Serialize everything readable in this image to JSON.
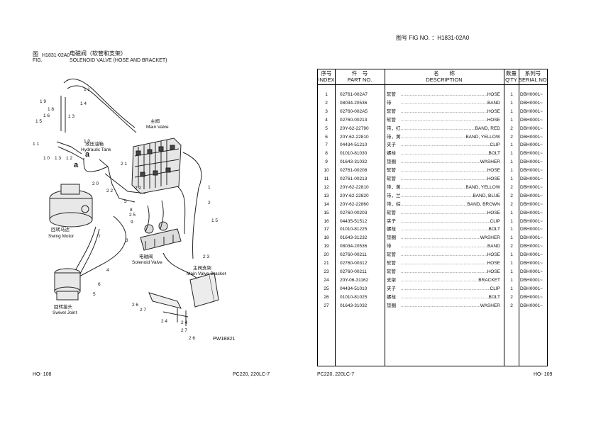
{
  "header": {
    "fig_no_label": "图号 FIG NO. ：H1831-02A0"
  },
  "left_page": {
    "fig_cn_prefix": "图",
    "fig_en_prefix": "FIG.",
    "fig_code": "H1831-02A0",
    "title_cn": "电磁阀（软管和支架）",
    "title_en": "SOLENOID VALVE (HOSE AND BRACKET)",
    "image_code": "PW1B821",
    "footer_left": "HO- 108",
    "footer_right": "PC220, 220LC-7",
    "labels": {
      "main_valve_cn": "主阀",
      "main_valve_en": "Main Valve",
      "hydraulic_tank_cn": "液压油箱",
      "hydraulic_tank_en": "Hydraulic Tank",
      "swing_motor_cn": "回转马达",
      "swing_motor_en": "Swing Motor",
      "solenoid_valve_cn": "电磁阀",
      "solenoid_valve_en": "Solenoid Valve",
      "main_valve_bracket_cn": "主阀支架",
      "main_valve_bracket_en": "Main Valve Bracket",
      "swivel_joint_cn": "回转接头",
      "swivel_joint_en": "Swivel Joint",
      "arrow_a": "a"
    },
    "callouts": [
      "1 1",
      "1 9",
      "1 4",
      "1 8",
      "1 6",
      "1 3",
      "1 5",
      "1 1",
      "1 0",
      "1 3",
      "1 2",
      "1 0",
      "2 1",
      "2 0",
      "2 2",
      "2 2",
      "1",
      "2",
      "1 5",
      "5",
      "8",
      "2 5",
      "9",
      "7",
      "3",
      "4",
      "6",
      "5",
      "2 3",
      "2 6",
      "2 7",
      "2 4",
      "2 4",
      "2 7",
      "2 6"
    ]
  },
  "right_page": {
    "footer_left": "PC220, 220LC-7",
    "footer_right": "HO- 109",
    "table": {
      "headers": {
        "index_cn": "序号",
        "index_en": "INDEX",
        "part_cn": "件　号",
        "part_en": "PART NO.",
        "desc_cn": "名　　称",
        "desc_en": "DESCRIPTION",
        "qty_cn": "数量",
        "qty_en": "Q'TY",
        "serial_cn": "系列号",
        "serial_en": "SERIAL NO."
      },
      "rows": [
        {
          "index": "1",
          "part": "02761-002A7",
          "cn": "软管",
          "desc": "HOSE",
          "qty": "1",
          "serial": "DBH0001~"
        },
        {
          "index": "2",
          "part": "08034-20536",
          "cn": "带",
          "desc": "BAND",
          "qty": "1",
          "serial": "DBH0001~"
        },
        {
          "index": "3",
          "part": "02760-002A5",
          "cn": "软管",
          "desc": "HOSE",
          "qty": "1",
          "serial": "DBH0001~"
        },
        {
          "index": "4",
          "part": "02760-00213",
          "cn": "软管",
          "desc": "HOSE",
          "qty": "1",
          "serial": "DBH0001~"
        },
        {
          "index": "5",
          "part": "20Y-62-22790",
          "cn": "带，红",
          "desc": "BAND, RED",
          "qty": "2",
          "serial": "DBH0001~"
        },
        {
          "index": "6",
          "part": "20Y-62-22810",
          "cn": "带，黄",
          "desc": "BAND, YELLOW",
          "qty": "2",
          "serial": "DBH0001~"
        },
        {
          "index": "7",
          "part": "04434-51210",
          "cn": "夹子",
          "desc": "CLIP",
          "qty": "1",
          "serial": "DBH0001~"
        },
        {
          "index": "8",
          "part": "01010-81030",
          "cn": "螺栓",
          "desc": "BOLT",
          "qty": "1",
          "serial": "DBH0001~"
        },
        {
          "index": "9",
          "part": "01643-31032",
          "cn": "垫圈",
          "desc": "WASHER",
          "qty": "1",
          "serial": "DBH0001~"
        },
        {
          "index": "10",
          "part": "02761-00208",
          "cn": "软管",
          "desc": "HOSE",
          "qty": "1",
          "serial": "DBH0001~"
        },
        {
          "index": "11",
          "part": "02761-00213",
          "cn": "软管",
          "desc": "HOSE",
          "qty": "1",
          "serial": "DBH0001~"
        },
        {
          "index": "12",
          "part": "20Y-62-22810",
          "cn": "带，黄",
          "desc": "BAND, YELLOW",
          "qty": "2",
          "serial": "DBH0001~"
        },
        {
          "index": "13",
          "part": "20Y-62-22820",
          "cn": "带，兰",
          "desc": "BAND, BLUE",
          "qty": "2",
          "serial": "DBH0001~"
        },
        {
          "index": "14",
          "part": "20Y-62-22860",
          "cn": "带，棕",
          "desc": "BAND, BROWN",
          "qty": "2",
          "serial": "DBH0001~"
        },
        {
          "index": "15",
          "part": "02760-00203",
          "cn": "软管",
          "desc": "HOSE",
          "qty": "1",
          "serial": "DBH0001~"
        },
        {
          "index": "16",
          "part": "04435-51512",
          "cn": "夹子",
          "desc": "CLIP",
          "qty": "1",
          "serial": "DBH0001~"
        },
        {
          "index": "17",
          "part": "01010-81225",
          "cn": "螺栓",
          "desc": "BOLT",
          "qty": "1",
          "serial": "DBH0001~"
        },
        {
          "index": "18",
          "part": "01643-31232",
          "cn": "垫圈",
          "desc": "WASHER",
          "qty": "1",
          "serial": "DBH0001~"
        },
        {
          "index": "19",
          "part": "08034-20536",
          "cn": "带",
          "desc": "BAND",
          "qty": "2",
          "serial": "DBH0001~"
        },
        {
          "index": "20",
          "part": "02760-00211",
          "cn": "软管",
          "desc": "HOSE",
          "qty": "1",
          "serial": "DBH0001~"
        },
        {
          "index": "21",
          "part": "02760-00312",
          "cn": "软管",
          "desc": "HOSE",
          "qty": "1",
          "serial": "DBH0001~"
        },
        {
          "index": "23",
          "part": "02760-00211",
          "cn": "软管",
          "desc": "HOSE",
          "qty": "1",
          "serial": "DBH0001~"
        },
        {
          "index": "24",
          "part": "20Y-06-31162",
          "cn": "支架",
          "desc": "BRACKET",
          "qty": "1",
          "serial": "DBH0001~"
        },
        {
          "index": "25",
          "part": "04434-51010",
          "cn": "夹子",
          "desc": "CLIP",
          "qty": "1",
          "serial": "DBH0001~"
        },
        {
          "index": "26",
          "part": "01010-81025",
          "cn": "螺栓",
          "desc": "BOLT",
          "qty": "2",
          "serial": "DBH0001~"
        },
        {
          "index": "27",
          "part": "01643-31032",
          "cn": "垫圈",
          "desc": "WASHER",
          "qty": "2",
          "serial": "DBH0001~"
        }
      ]
    }
  }
}
